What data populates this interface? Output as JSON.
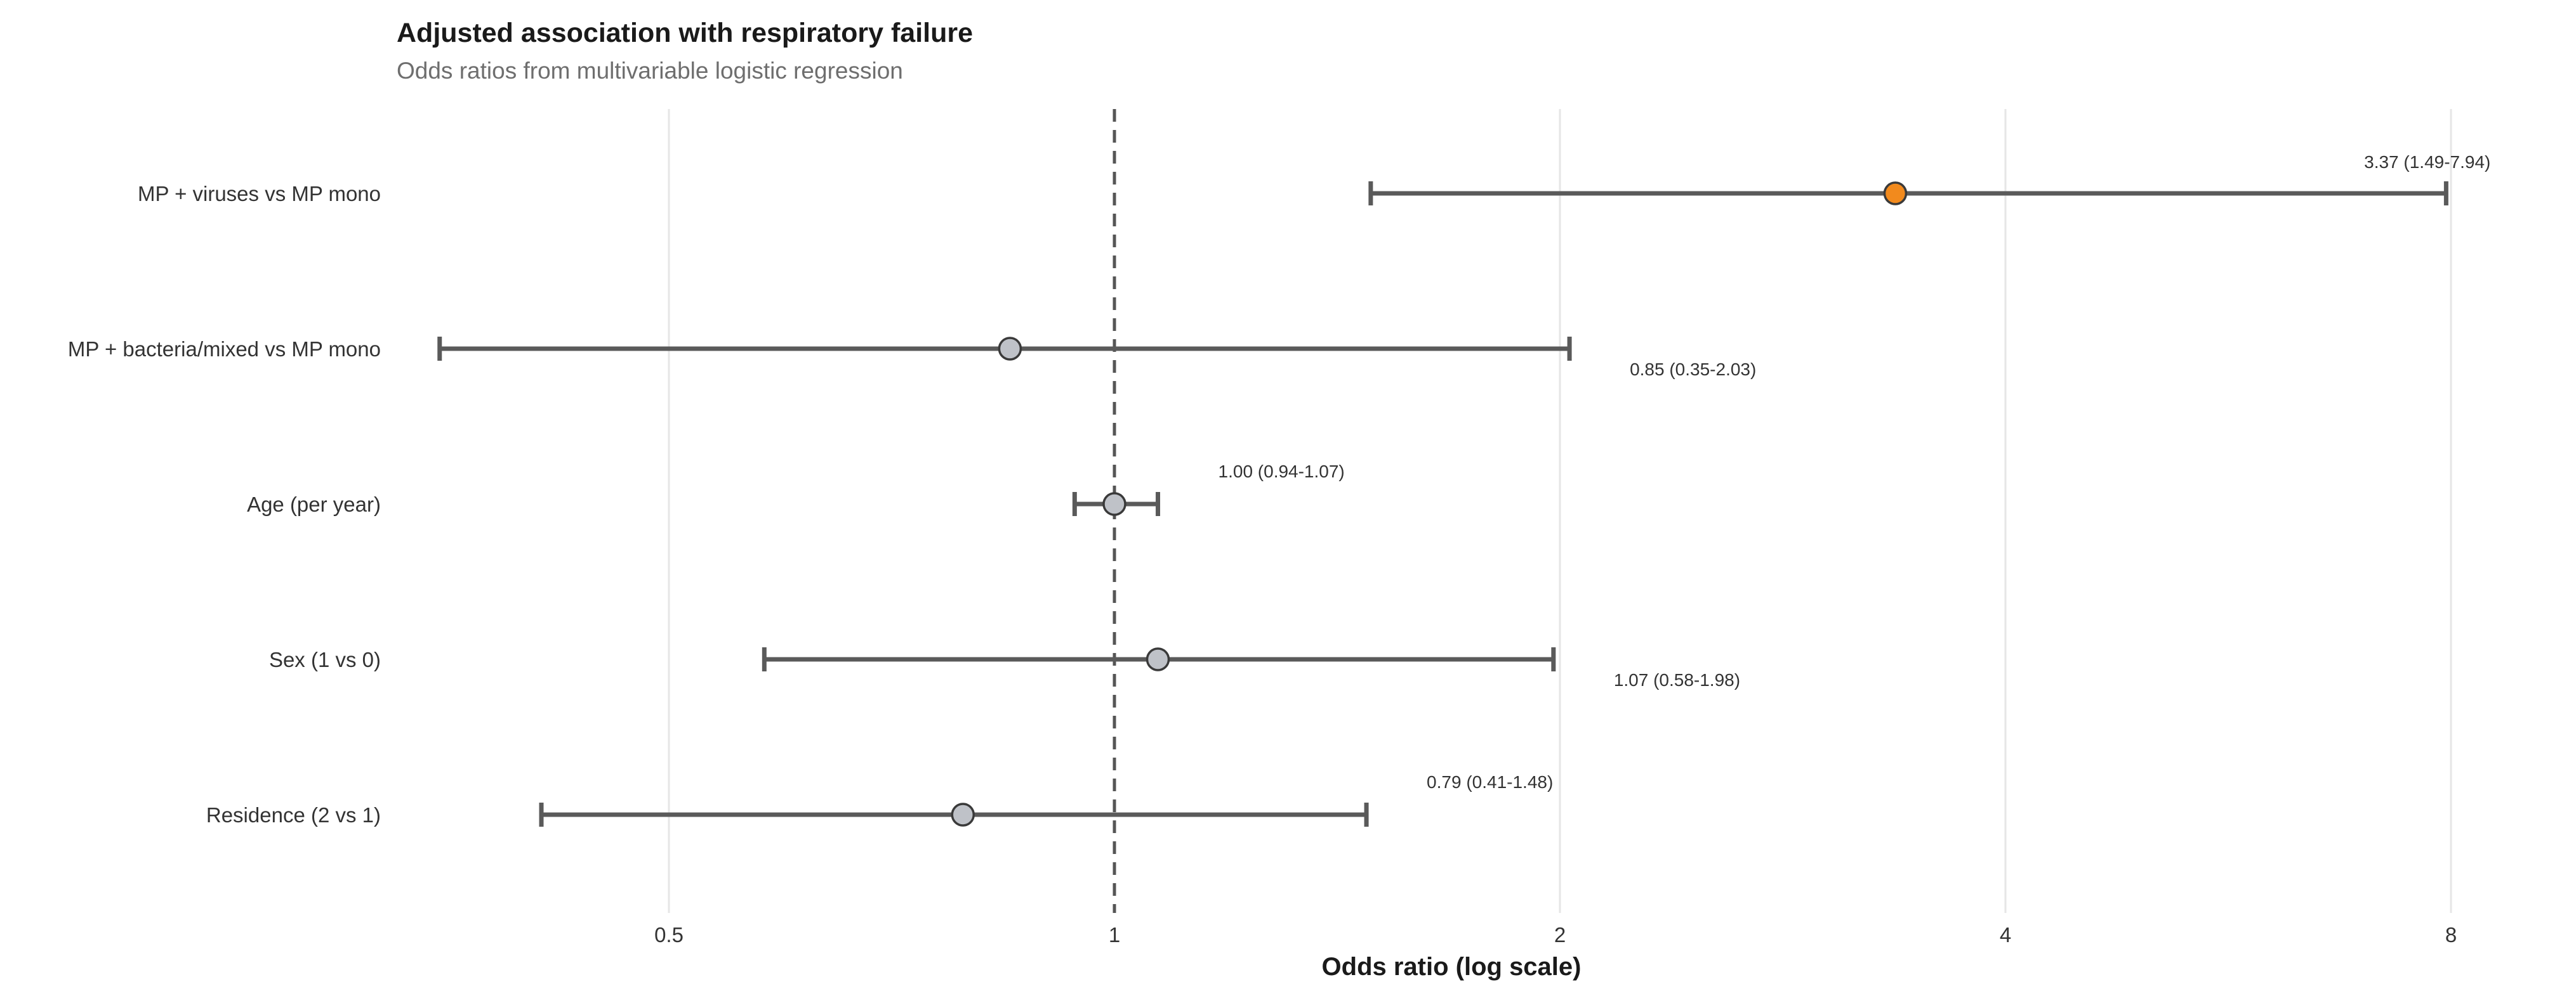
{
  "chart_data": {
    "type": "forest",
    "title": "Adjusted association with respiratory failure",
    "subtitle": "Odds ratios from multivariable logistic regression",
    "xlabel": "Odds ratio (log scale)",
    "xscale": "log",
    "xlim": [
      0.29,
      9.15
    ],
    "xticks": [
      0.5,
      1,
      2,
      4,
      8
    ],
    "xtick_labels": [
      "0.5",
      "1",
      "2",
      "4",
      "8"
    ],
    "reference_line": 1,
    "grid": "vertical",
    "rows": [
      {
        "label": "MP + viruses vs MP mono",
        "or": 3.37,
        "lo": 1.49,
        "hi": 7.94,
        "annotation": "3.37 (1.49-7.94)",
        "highlight": true
      },
      {
        "label": "MP + bacteria/mixed vs MP mono",
        "or": 0.85,
        "lo": 0.35,
        "hi": 2.03,
        "annotation": "0.85 (0.35-2.03)",
        "highlight": false
      },
      {
        "label": "Age (per year)",
        "or": 1.0,
        "lo": 0.94,
        "hi": 1.07,
        "annotation": "1.00 (0.94-1.07)",
        "highlight": false
      },
      {
        "label": "Sex (1 vs 0)",
        "or": 1.07,
        "lo": 0.58,
        "hi": 1.98,
        "annotation": "1.07 (0.58-1.98)",
        "highlight": false
      },
      {
        "label": "Residence (2 vs 1)",
        "or": 0.79,
        "lo": 0.41,
        "hi": 1.48,
        "annotation": "0.79 (0.41-1.48)",
        "highlight": false
      }
    ],
    "colors": {
      "highlight": "#f28a1d",
      "default": "#bfc2c8",
      "ci": "#5a5a5a",
      "reference": "#555555",
      "grid": "#e6e6e6"
    }
  }
}
